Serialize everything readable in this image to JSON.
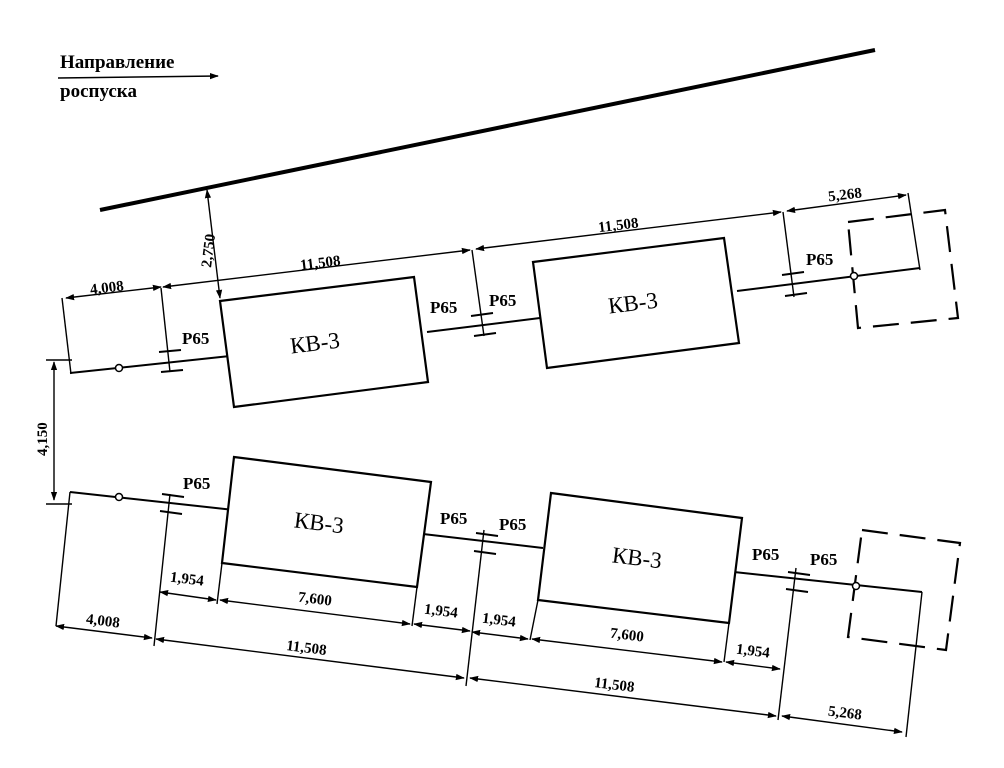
{
  "direction": {
    "line1": "Направление",
    "line2": "роспуска"
  },
  "labels": {
    "kv": "КВ-3",
    "r65": "Р65"
  },
  "dims": {
    "d2750": "2,750",
    "d4150": "4,150",
    "d4008": "4,008",
    "d11508": "11,508",
    "d5268": "5,268",
    "d1954": "1,954",
    "d7600": "7,600"
  }
}
